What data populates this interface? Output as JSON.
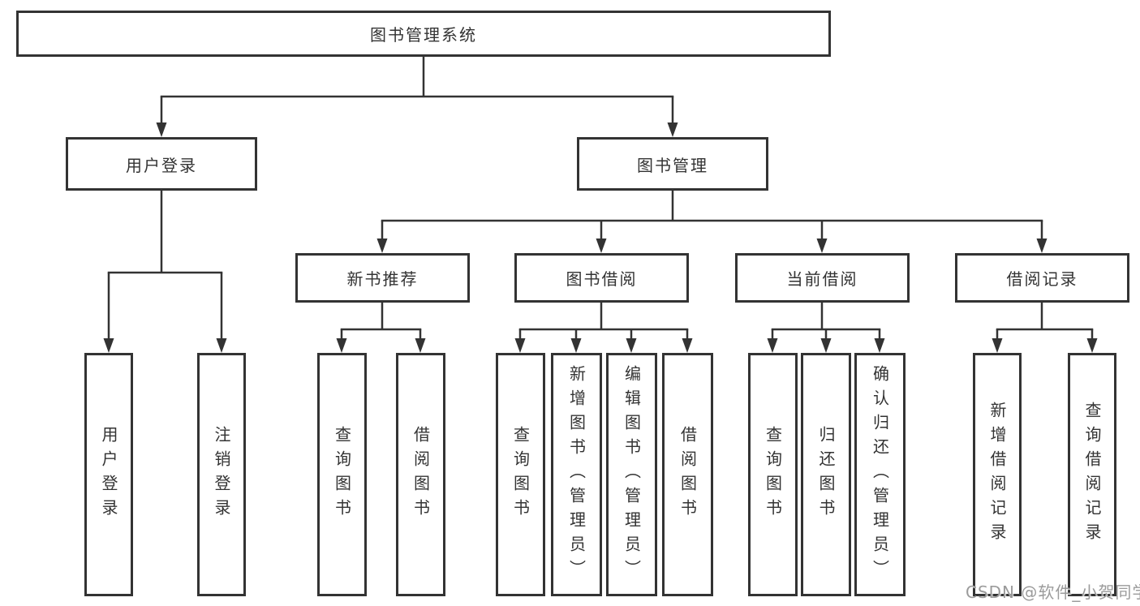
{
  "diagram": {
    "title": "图书管理系统",
    "watermark": "CSDN @软件_小贺同学",
    "colors": {
      "line": "#333333",
      "border": "#333333",
      "text": "#333333",
      "background": "#ffffff",
      "watermark": "#9b9b9b"
    },
    "root": {
      "label": "图书管理系统"
    },
    "level2": [
      {
        "label": "用户登录",
        "parent": "图书管理系统"
      },
      {
        "label": "图书管理",
        "parent": "图书管理系统"
      }
    ],
    "level3": [
      {
        "label": "新书推荐",
        "parent": "图书管理"
      },
      {
        "label": "图书借阅",
        "parent": "图书管理"
      },
      {
        "label": "当前借阅",
        "parent": "图书管理"
      },
      {
        "label": "借阅记录",
        "parent": "图书管理"
      }
    ],
    "leaves": [
      {
        "label": "用户登录",
        "parent": "用户登录"
      },
      {
        "label": "注销登录",
        "parent": "用户登录"
      },
      {
        "label": "查询图书",
        "parent": "新书推荐"
      },
      {
        "label": "借阅图书",
        "parent": "新书推荐"
      },
      {
        "label": "查询图书",
        "parent": "图书借阅"
      },
      {
        "label": "新增图书（管理员）",
        "parent": "图书借阅"
      },
      {
        "label": "编辑图书（管理员）",
        "parent": "图书借阅"
      },
      {
        "label": "借阅图书",
        "parent": "图书借阅"
      },
      {
        "label": "查询图书",
        "parent": "当前借阅"
      },
      {
        "label": "归还图书",
        "parent": "当前借阅"
      },
      {
        "label": "确认归还（管理员）",
        "parent": "当前借阅"
      },
      {
        "label": "新增借阅记录",
        "parent": "借阅记录"
      },
      {
        "label": "查询借阅记录",
        "parent": "借阅记录"
      }
    ]
  }
}
